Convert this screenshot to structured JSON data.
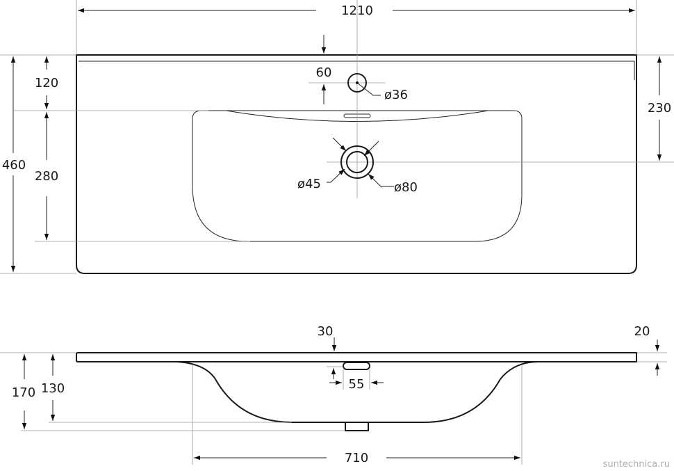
{
  "top_view": {
    "width": "1210",
    "depth": "460",
    "front_to_basin": "120",
    "basin_depth": "280",
    "tap_hole_offset": "60",
    "tap_hole_diameter": "ø36",
    "drain_from_back": "230",
    "drain_inner_diameter": "ø45",
    "drain_outer_diameter": "ø80"
  },
  "side_view": {
    "tap_offset": "30",
    "slab_thickness": "20",
    "total_height": "170",
    "bowl_height": "130",
    "overflow_width": "55",
    "bowl_width": "710"
  },
  "watermark": "suntechnica.ru"
}
